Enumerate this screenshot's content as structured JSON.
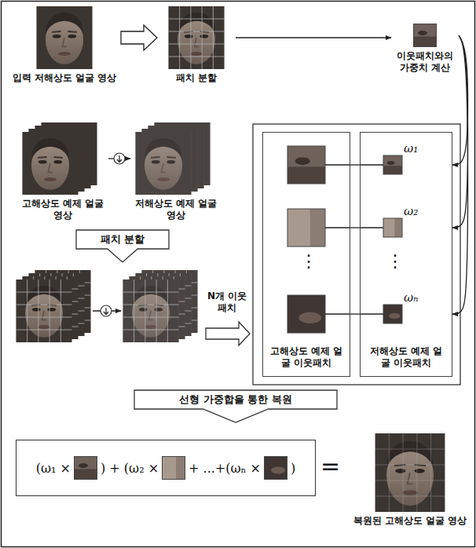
{
  "diagram": {
    "nodes": [
      {
        "text": [
          "입력 저해상도 얼굴 영상"
        ]
      },
      {
        "text": [
          "패치 분할"
        ]
      },
      {
        "text": [
          "이웃패치와의 가중치 계산"
        ]
      },
      {
        "text": [
          "고해상도 예제 얼굴 영상"
        ]
      },
      {
        "text": [
          "저해상도 예제 얼굴 영상"
        ]
      },
      {
        "text": [
          "패치 분할"
        ]
      },
      {
        "text": [
          "고해상도 예제 얼굴 이웃패치"
        ]
      },
      {
        "text": [
          "저해상도 예제 얼굴 이웃패치"
        ]
      },
      {
        "text": [
          "선형 가중합을 통한 복원"
        ]
      },
      {
        "text": [
          "(ω₁ ×",
          ") + (ω₂ ×",
          "+ ...+(ωₙ ×",
          ")"
        ]
      },
      {
        "text": [
          "복원된 고해상도 얼굴 영상"
        ]
      }
    ],
    "edges": [
      {
        "from": 0,
        "to": 1,
        "arrow": "to"
      },
      {
        "from": 1,
        "to": 2,
        "arrow": "to"
      },
      {
        "from": 2,
        "to": 7,
        "arrow": "to"
      },
      {
        "from": 2,
        "to": 7,
        "arrow": "to"
      },
      {
        "from": 2,
        "to": 7,
        "arrow": "to"
      },
      {
        "from": 3,
        "to": 4,
        "arrow": "to"
      },
      {
        "from": 6,
        "to": 7,
        "arrow": "none"
      },
      {
        "from": 6,
        "to": 7,
        "arrow": "none"
      },
      {
        "from": 6,
        "to": 7,
        "arrow": "none"
      }
    ],
    "labels": [
      "ω₁",
      "ω₂",
      "ωₙ",
      "⋮",
      "⋮",
      "N개 이웃패치",
      "="
    ]
  }
}
